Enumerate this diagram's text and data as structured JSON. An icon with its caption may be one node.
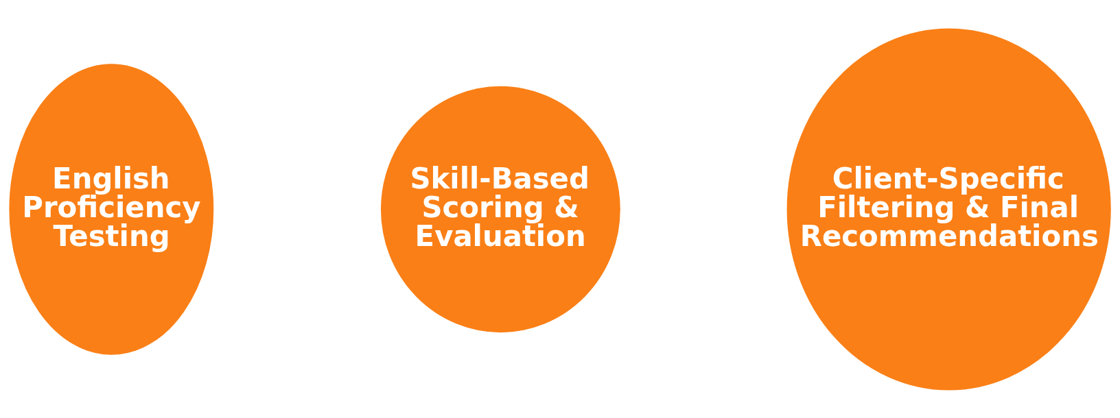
{
  "diagram": {
    "nodes": [
      {
        "text": [
          "English Proficiency Testing"
        ]
      },
      {
        "text": [
          "Skill-Based Scoring & Evaluation"
        ]
      },
      {
        "text": [
          "Client-Specific Filtering & Final Recommendations"
        ]
      }
    ]
  }
}
